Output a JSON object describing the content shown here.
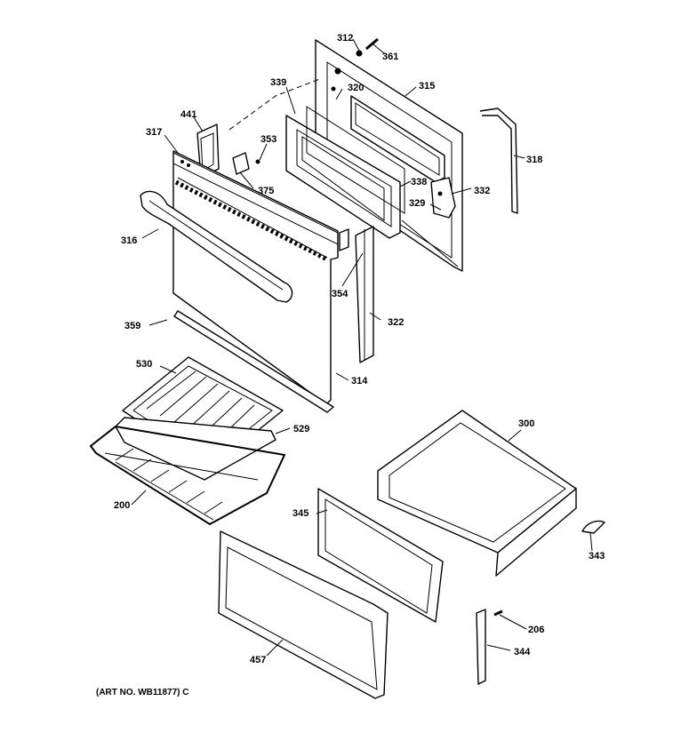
{
  "diagram": {
    "caption": "(ART NO. WB11877) C",
    "labels": {
      "p312": "312",
      "p361": "361",
      "p315": "315",
      "p339": "339",
      "p320": "320",
      "p441": "441",
      "p317": "317",
      "p353": "353",
      "p375": "375",
      "p338": "338",
      "p332": "332",
      "p329": "329",
      "p318": "318",
      "p316": "316",
      "p354": "354",
      "p322": "322",
      "p359": "359",
      "p314": "314",
      "p530": "530",
      "p529": "529",
      "p200": "200",
      "p300": "300",
      "p345": "345",
      "p343": "343",
      "p206": "206",
      "p344": "344",
      "p457": "457"
    }
  }
}
